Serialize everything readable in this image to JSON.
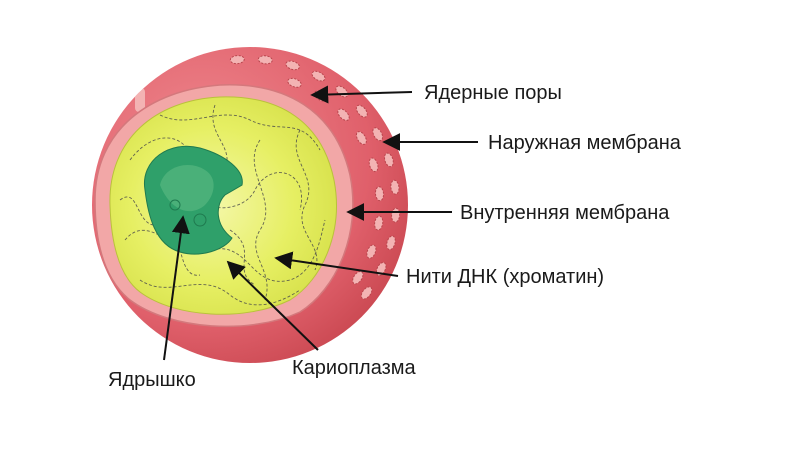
{
  "diagram": {
    "labels": {
      "pores": "Ядерные поры",
      "outer_membrane": "Наружная мембрана",
      "inner_membrane": "Внутренняя мембрана",
      "chromatin": "Нити ДНК (хроматин)",
      "karyoplasm": "Кариоплазма",
      "nucleolus": "Ядрышко"
    },
    "colors": {
      "outer_membrane": "#e06a72",
      "outer_membrane_dark": "#c84a55",
      "pore": "#f3b3b3",
      "inner_band": "#f2a7a7",
      "karyoplasm": "#e4ee5c",
      "karyoplasm_light": "#f1f59a",
      "nucleolus": "#2fa06a",
      "nucleolus_light": "#5dbb83",
      "arrow": "#111111"
    }
  }
}
